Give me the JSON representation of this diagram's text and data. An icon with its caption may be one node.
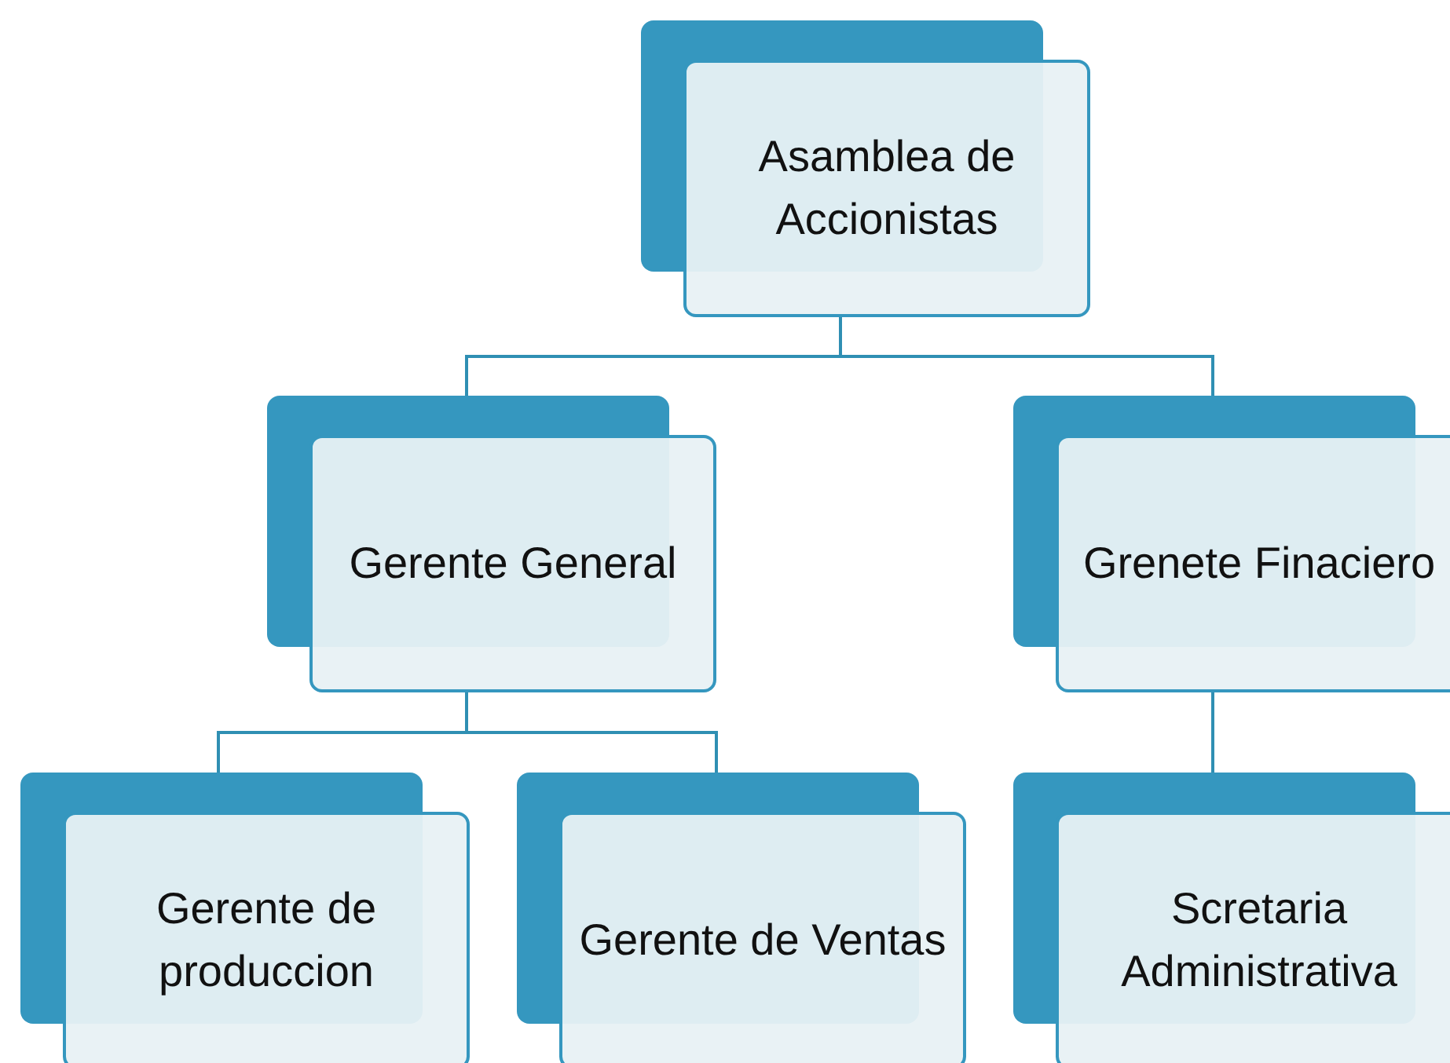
{
  "diagram": {
    "nodes": [
      {
        "text": [
          "Asamblea de Accionistas"
        ]
      },
      {
        "text": [
          "Gerente General"
        ]
      },
      {
        "text": [
          "Grenete Finaciero"
        ]
      },
      {
        "text": [
          "Gerente de produccion"
        ]
      },
      {
        "text": [
          "Gerente de Ventas"
        ]
      },
      {
        "text": [
          "Scretaria Administrativa"
        ]
      }
    ],
    "edges": [
      {
        "from": 0,
        "to": 1,
        "arrow": "none"
      },
      {
        "from": 0,
        "to": 2,
        "arrow": "none"
      },
      {
        "from": 1,
        "to": 3,
        "arrow": "none"
      },
      {
        "from": 1,
        "to": 4,
        "arrow": "none"
      },
      {
        "from": 2,
        "to": 5,
        "arrow": "none"
      }
    ]
  }
}
